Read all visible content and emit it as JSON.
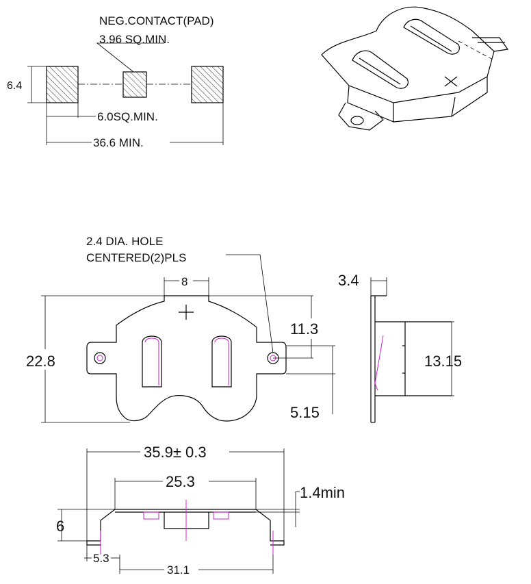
{
  "pad_view": {
    "callout_title": "NEG.CONTACT(PAD)",
    "callout_sub": "3.96 SQ.MIN.",
    "height_label": "6.4",
    "pad_size_label": "6.0SQ.MIN.",
    "span_label": "36.6 MIN."
  },
  "top_view": {
    "hole_callout_1": "2.4 DIA. HOLE",
    "hole_callout_2": "CENTERED(2)PLS",
    "tab_width": "8",
    "overall_height": "22.8",
    "hole_offset_top": "11.3",
    "hole_offset_bottom": "5.15"
  },
  "side_view": {
    "lead_width": "3.4",
    "body_height": "13.15"
  },
  "front_view": {
    "overall_width": "35.9± 0.3",
    "inner_width": "25.3",
    "clearance": "1.4min",
    "height": "6",
    "lead_offset": "5.3",
    "lead_span": "31.1"
  },
  "colors": {
    "line": "#000000",
    "centerline_accent": "#d020d0"
  }
}
